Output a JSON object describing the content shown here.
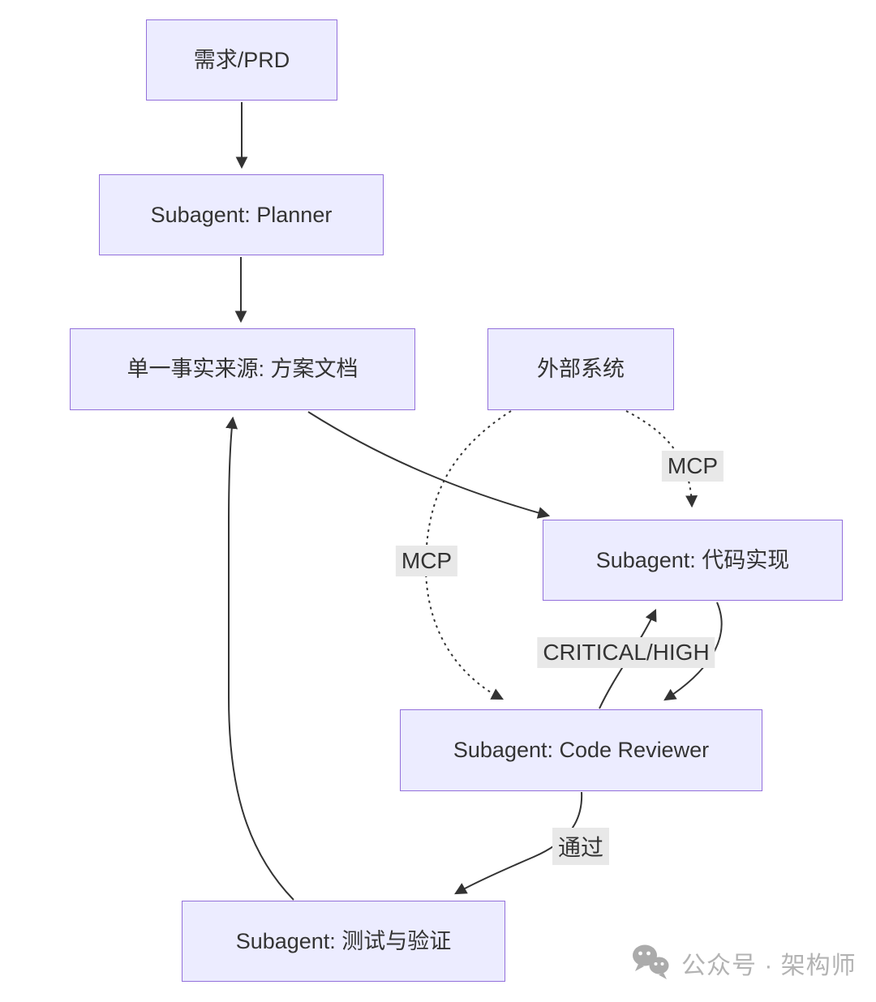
{
  "diagram": {
    "nodes": {
      "prd": {
        "label": "需求/PRD"
      },
      "planner": {
        "label": "Subagent: Planner"
      },
      "ssot": {
        "label": "单一事实来源: 方案文档"
      },
      "external": {
        "label": "外部系统"
      },
      "coder": {
        "label": "Subagent: 代码实现"
      },
      "reviewer": {
        "label": "Subagent: Code Reviewer"
      },
      "tester": {
        "label": "Subagent: 测试与验证"
      }
    },
    "edge_labels": {
      "mcp_right": "MCP",
      "mcp_left": "MCP",
      "critical_high": "CRITICAL/HIGH",
      "pass": "通过"
    },
    "edges": [
      {
        "from": "prd",
        "to": "planner",
        "style": "solid",
        "label": ""
      },
      {
        "from": "planner",
        "to": "ssot",
        "style": "solid",
        "label": ""
      },
      {
        "from": "ssot",
        "to": "coder",
        "style": "solid",
        "label": ""
      },
      {
        "from": "external",
        "to": "coder",
        "style": "dotted",
        "label": "MCP"
      },
      {
        "from": "external",
        "to": "reviewer",
        "style": "dotted",
        "label": "MCP"
      },
      {
        "from": "coder",
        "to": "reviewer",
        "style": "solid",
        "label": ""
      },
      {
        "from": "reviewer",
        "to": "coder",
        "style": "solid",
        "label": "CRITICAL/HIGH"
      },
      {
        "from": "reviewer",
        "to": "tester",
        "style": "solid",
        "label": "通过"
      },
      {
        "from": "tester",
        "to": "ssot",
        "style": "solid",
        "label": ""
      }
    ],
    "colors": {
      "node_fill": "#ECECFF",
      "node_border": "#9370DB",
      "edge": "#333333",
      "label_bg": "#e8e8e8",
      "text": "#333333",
      "watermark": "#b3b3b3"
    }
  },
  "watermark": {
    "text": "公众号 · 架构师"
  }
}
